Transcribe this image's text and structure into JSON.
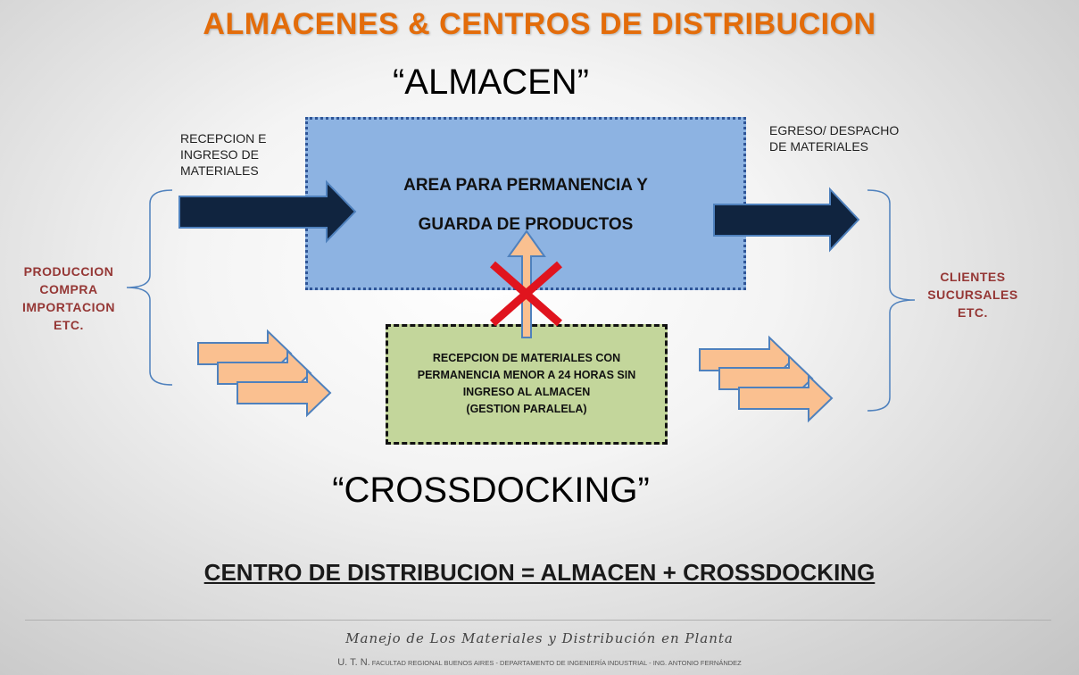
{
  "title": "ALMACENES & CENTROS DE DISTRIBUCION",
  "almacen_label": "“ALMACEN”",
  "crossdocking_label": "“CROSSDOCKING”",
  "inbound_note": [
    "RECEPCION E",
    "INGRESO DE",
    "MATERIALES"
  ],
  "outbound_note": [
    "EGRESO/ DESPACHO",
    "DE  MATERIALES"
  ],
  "almacen_box": [
    "AREA PARA PERMANENCIA Y",
    "GUARDA  DE  PRODUCTOS"
  ],
  "crossdock_box": [
    "RECEPCION DE MATERIALES CON",
    "PERMANENCIA MENOR A 24 HORAS SIN",
    "INGRESO AL ALMACEN",
    "(GESTION PARALELA)"
  ],
  "origins": [
    "PRODUCCION",
    "COMPRA",
    "IMPORTACION",
    "ETC."
  ],
  "destinations": [
    "CLIENTES",
    "SUCURSALES",
    "ETC."
  ],
  "formula": "CENTRO DE DISTRIBUCION = ALMACEN + CROSSDOCKING",
  "footer": {
    "title": "Manejo de Los Materiales y Distribución en Planta",
    "utn": "U. T. N.",
    "details": "FACULTAD REGIONAL BUENOS AIRES -  DEPARTAMENTO DE INGENIERÍA INDUSTRIAL -  ING. ANTONIO FERNÁNDEZ"
  },
  "colors": {
    "title": "#e36c0a",
    "almacen_fill": "#8db3e2",
    "crossdock_fill": "#c3d69b",
    "dark_arrow": "#10243f",
    "light_arrow": "#fac090",
    "cross_mark": "#e0141e",
    "side_labels": "#953735"
  }
}
